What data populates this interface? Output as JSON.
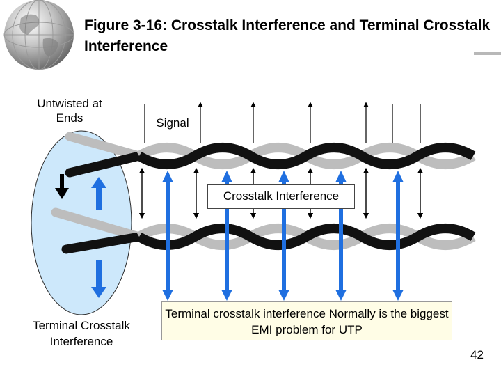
{
  "slide": {
    "title": "Figure 3-16: Crosstalk Interference and Terminal Crosstalk Interference",
    "page_number": "42"
  },
  "labels": {
    "untwisted": "Untwisted at Ends",
    "signal": "Signal",
    "crosstalk": "Crosstalk Interference",
    "terminal_crosstalk": "Terminal Crosstalk Interference",
    "terminal_note": "Terminal crosstalk interference Normally is the biggest EMI problem for UTP"
  },
  "colors": {
    "blue_arrow": "#1f6fe0",
    "black_arrow": "#000000",
    "wire_dark": "#111111",
    "wire_light": "#bdbdbd",
    "ellipse_fill": "#cde8fb"
  },
  "icons": [
    "globe-icon"
  ]
}
